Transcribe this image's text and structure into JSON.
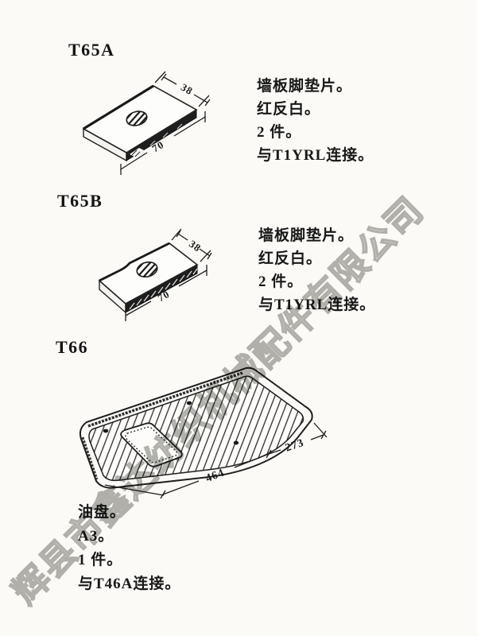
{
  "page": {
    "background_color": "#fbfaf7",
    "ink_color": "#1b1b1b",
    "watermark": {
      "text": "辉县市鑫达纺织机械配件有限公司",
      "color": "#b3b3b0"
    }
  },
  "parts": [
    {
      "code": "T65A",
      "description_lines": [
        "墙板脚垫片。",
        "红反白。",
        "2 件。",
        "与T1YRL连接。"
      ],
      "dimensions": {
        "width": "38",
        "length": "70"
      }
    },
    {
      "code": "T65B",
      "description_lines": [
        "墙板脚垫片。",
        "红反白。",
        "2 件。",
        "与T1YRL连接。"
      ],
      "dimensions": {
        "width": "38",
        "length": "70"
      }
    },
    {
      "code": "T66",
      "description_lines": [
        "油盘。",
        "A3。",
        "1 件。",
        "与T46A连接。"
      ],
      "dimensions": {
        "depth": "273",
        "length": "464"
      }
    }
  ]
}
